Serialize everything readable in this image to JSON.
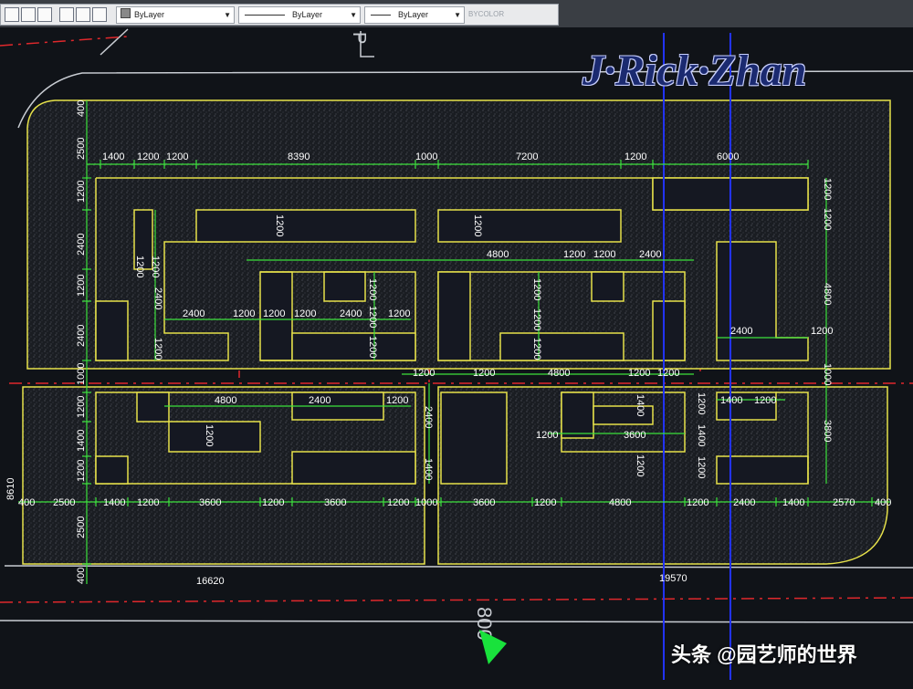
{
  "toolbar": {
    "color_dropdown": "ByLayer",
    "linetype_dropdown": "ByLayer",
    "lineweight_dropdown": "ByLayer",
    "plotstyle_label": "BYCOLOR"
  },
  "colors": {
    "background": "#101318",
    "building_outline": "#e6e14a",
    "dimension_line": "#3ce23c",
    "red_axis": "#e0282c",
    "blue_axis": "#2233ff"
  },
  "drawing": {
    "parking_marker": "P",
    "road_label": "800",
    "top_dims": [
      "1400",
      "1200",
      "1200",
      "8390",
      "1000",
      "7200",
      "1200",
      "6000"
    ],
    "left_dims": [
      "400",
      "2500",
      "1200",
      "2400",
      "1200",
      "2400",
      "1000",
      "1200",
      "1400",
      "1200",
      "2500",
      "400"
    ],
    "left_total": "8610",
    "bottom_row_dims": [
      "400",
      "2500",
      "1400",
      "1200",
      "3600",
      "1200",
      "3600",
      "1200",
      "1000",
      "3600",
      "1200",
      "4800",
      "1200",
      "2400",
      "1400",
      "2570",
      "400"
    ],
    "total_left": "16620",
    "total_right": "19570",
    "inner_dims": {
      "d1200_a": "1200",
      "d1200_b": "1200",
      "d1200_c": "1200",
      "d1200_d": "1200",
      "d1200_e": "1200",
      "d2400_a": "2400",
      "d2400_b": "2400",
      "d1200_f": "1200",
      "d1200_g": "1200",
      "d1200_h": "1200",
      "d1200_i": "1200",
      "d1200_j": "1200",
      "d1200_k": "1200",
      "d4800_a": "4800",
      "d1200_l": "1200",
      "d1200_m": "1200",
      "d2400_c": "2400",
      "d1200_n": "1200",
      "d1200_o": "1200",
      "d1200_p": "1200",
      "d1200_q": "1200",
      "d4800_b": "4800",
      "d2400_d": "2400",
      "d1200_r": "1200",
      "d1200_s": "1200",
      "d1200_t": "1200",
      "d4800_c": "4800",
      "d1200_u": "1200",
      "d1200_v": "1200",
      "d1000_r": "1000",
      "d4800_d": "4800",
      "d2400_e": "2400",
      "d1200_w": "1200",
      "d1200_x": "1200",
      "d2400_f": "2400",
      "d1400_a": "1400",
      "d1400_b": "1400",
      "d1200_y": "1200",
      "d1400_c": "1400",
      "d1200_z": "1200",
      "d3600_a": "3600",
      "d1200_aa": "1200",
      "d1200_ab": "1200",
      "d3800": "3800",
      "d1200_ac": "1200",
      "d1400_d": "1400",
      "d1200_ad": "1200"
    }
  },
  "watermark": "J·Rick·Zhan",
  "credit": "头条 @园艺师的世界"
}
